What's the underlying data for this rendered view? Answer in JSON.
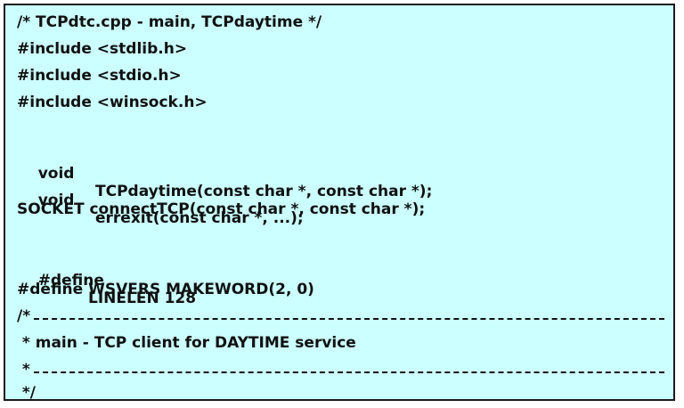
{
  "code": {
    "header_comment": "/* TCPdtc.cpp - main, TCPdaytime */",
    "include_stdlib": "#include <stdlib.h>",
    "include_stdio": "#include <stdio.h>",
    "include_winsock": "#include <winsock.h>",
    "decl1_type": "void",
    "decl1_sig": "TCPdaytime(const char *, const char *);",
    "decl2_type": "void",
    "decl2_sig": "errexit(const char *, ...);",
    "decl3": "SOCKET connectTCP(const char *, const char *);",
    "define1_kw": "#define",
    "define1_rest": "LINELEN 128",
    "define2": "#define WSVERS MAKEWORD(2, 0)",
    "comment_open": "/*",
    "comment_main": " * main - TCP client for DAYTIME service",
    "comment_star": " *",
    "comment_close": " */"
  },
  "colors": {
    "background": "#ccffff",
    "border": "#1a1a1a",
    "text": "#111111"
  }
}
